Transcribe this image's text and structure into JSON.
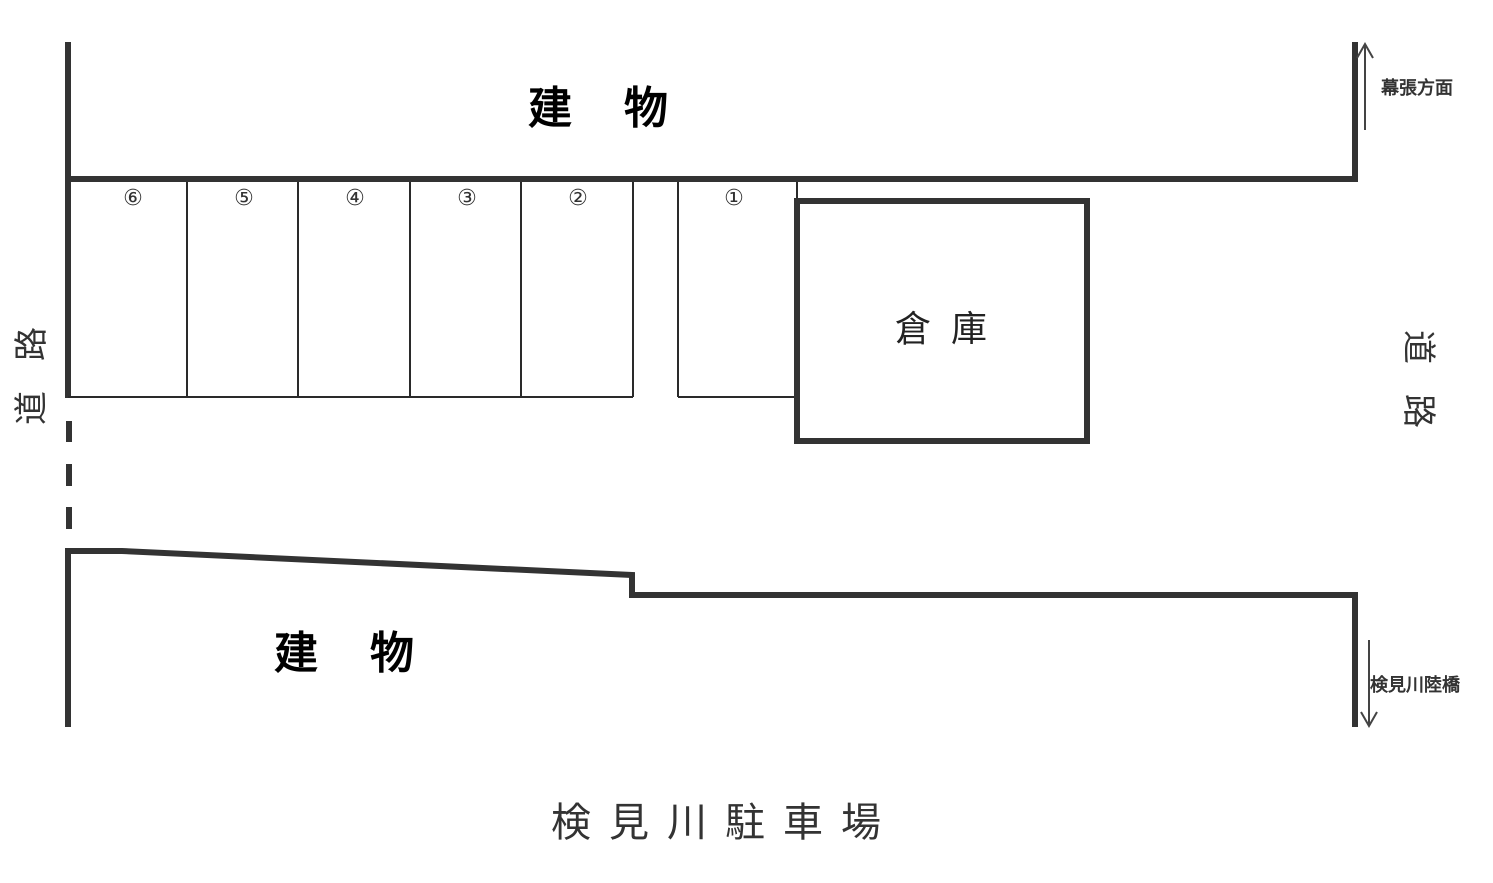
{
  "title": "検見川駐車場",
  "buildings": {
    "top": "建物",
    "bottom": "建物"
  },
  "warehouse": "倉庫",
  "roads": {
    "left": "道路",
    "right": "道路"
  },
  "directions": {
    "up": "幕張方面",
    "down": "検見川陸橋"
  },
  "parking_spots": [
    {
      "label": "⑥"
    },
    {
      "label": "⑤"
    },
    {
      "label": "④"
    },
    {
      "label": "③"
    },
    {
      "label": "②"
    },
    {
      "label": "①"
    }
  ],
  "colors": {
    "wall": "#333333",
    "line": "#2a2a2a",
    "background": "#ffffff"
  }
}
